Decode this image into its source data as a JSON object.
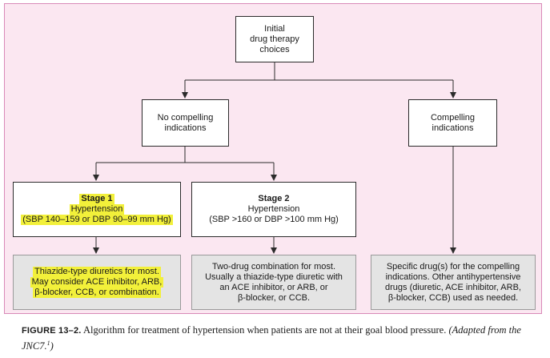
{
  "diagram": {
    "root": {
      "lines": [
        "Initial",
        "drug therapy",
        "choices"
      ]
    },
    "no_compelling": {
      "lines": [
        "No compelling",
        "indications"
      ]
    },
    "compelling": {
      "lines": [
        "Compelling",
        "indications"
      ]
    },
    "stage1": {
      "title": "Stage 1",
      "lines": [
        "Hypertension",
        "(SBP 140–159 or DBP 90–99 mm Hg)"
      ]
    },
    "stage2": {
      "title": "Stage 2",
      "lines": [
        "Hypertension",
        "(SBP >160 or DBP >100 mm Hg)"
      ]
    },
    "stage1_treatment": {
      "lines": [
        "Thiazide-type diuretics for most.",
        "May consider ACE inhibitor, ARB,",
        "β-blocker, CCB, or combination."
      ]
    },
    "stage2_treatment": {
      "lines": [
        "Two-drug combination for most.",
        "Usually a thiazide-type diuretic with",
        "an ACE inhibitor, or ARB, or",
        "β-blocker, or CCB."
      ]
    },
    "compelling_treatment": {
      "lines": [
        "Specific drug(s) for the compelling",
        "indications. Other antihypertensive",
        "drugs (diuretic, ACE inhibitor, ARB,",
        "β-blocker, CCB) used as needed."
      ]
    },
    "colors": {
      "frame_bg": "#fbe7f1",
      "frame_border": "#d98ab8",
      "highlight": "#f2f03a",
      "shaded_box": "#e4e4e4"
    }
  },
  "caption": {
    "figure_label": "FIGURE 13–2.",
    "text": " Algorithm for treatment of hypertension when patients are not at their goal blood pressure. ",
    "source_prefix": "(Adapted from the JNC7.",
    "source_ref": "1",
    "source_suffix": ")"
  }
}
